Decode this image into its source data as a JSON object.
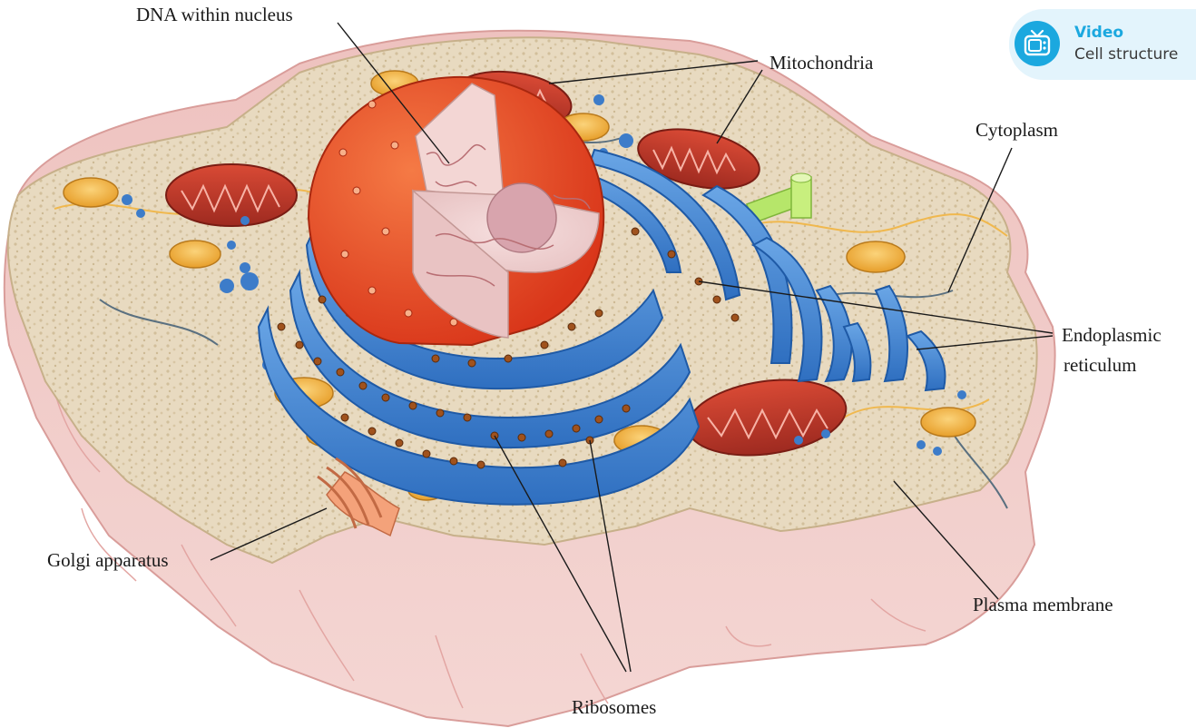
{
  "labels": {
    "dna": "DNA within nucleus",
    "mitochondria": "Mitochondria",
    "cytoplasm": "Cytoplasm",
    "er_line1": "Endoplasmic",
    "er_line2": "reticulum",
    "golgi": "Golgi apparatus",
    "plasma": "Plasma membrane",
    "ribosomes": "Ribosomes"
  },
  "video_badge": {
    "title": "Video",
    "subtitle": "Cell structure",
    "icon": "tv-icon",
    "accent": "#1ba8df",
    "background": "#e3f4fc"
  },
  "colors": {
    "membrane": "#eab9b7",
    "cytoplasm": "#e9dcc3",
    "nucleus": "#e8431f",
    "er": "#3f86d4",
    "mitochondria": "#bf3a2a",
    "vesicle": "#f1b43c"
  }
}
